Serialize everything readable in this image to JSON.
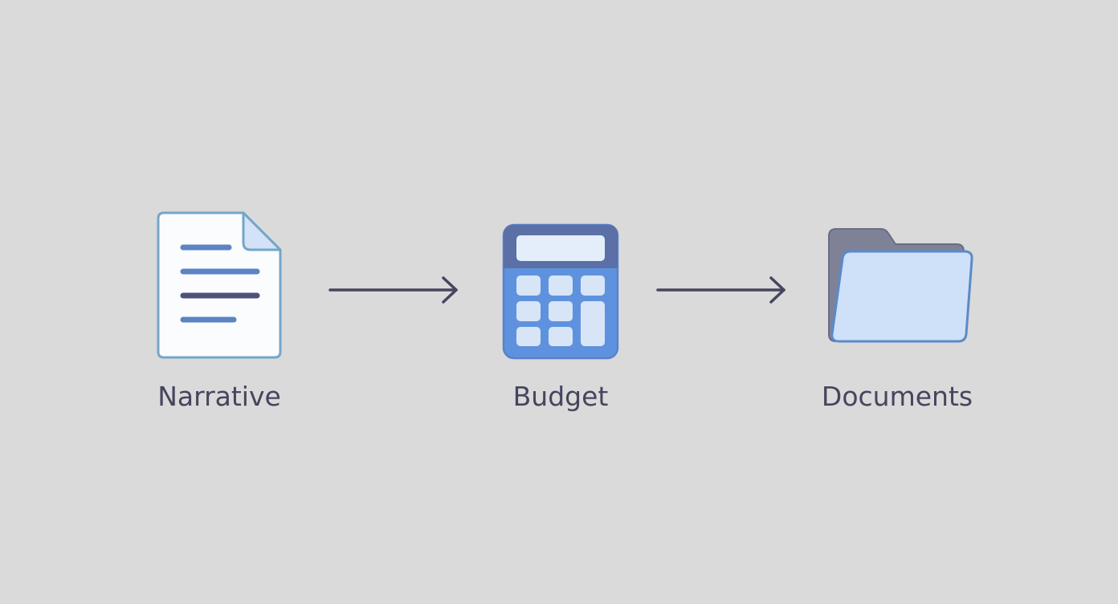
{
  "steps": [
    {
      "label": "Narrative",
      "icon": "document-icon"
    },
    {
      "label": "Budget",
      "icon": "calculator-icon"
    },
    {
      "label": "Documents",
      "icon": "folder-icon"
    }
  ],
  "colors": {
    "background": "#dadada",
    "text": "#45455f",
    "arrow": "#45455f",
    "accent_blue": "#5f92de",
    "light_blue": "#cfe0f6",
    "folder_gray": "#7f8297"
  }
}
